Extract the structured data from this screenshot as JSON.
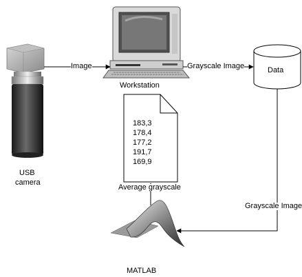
{
  "nodes": {
    "camera_label_line1": "USB",
    "camera_label_line2": "camera",
    "workstation_label": "Workstation",
    "data_label": "Data",
    "matlab_label": "MATLAB"
  },
  "edges": {
    "camera_to_workstation": "Image",
    "workstation_to_data": "Grayscale Image",
    "data_to_matlab": "Grayscale Image",
    "matlab_to_document": "Average grayscale"
  },
  "document_values": [
    "183,3",
    "178,4",
    "177,2",
    "191,7",
    "169,9"
  ]
}
